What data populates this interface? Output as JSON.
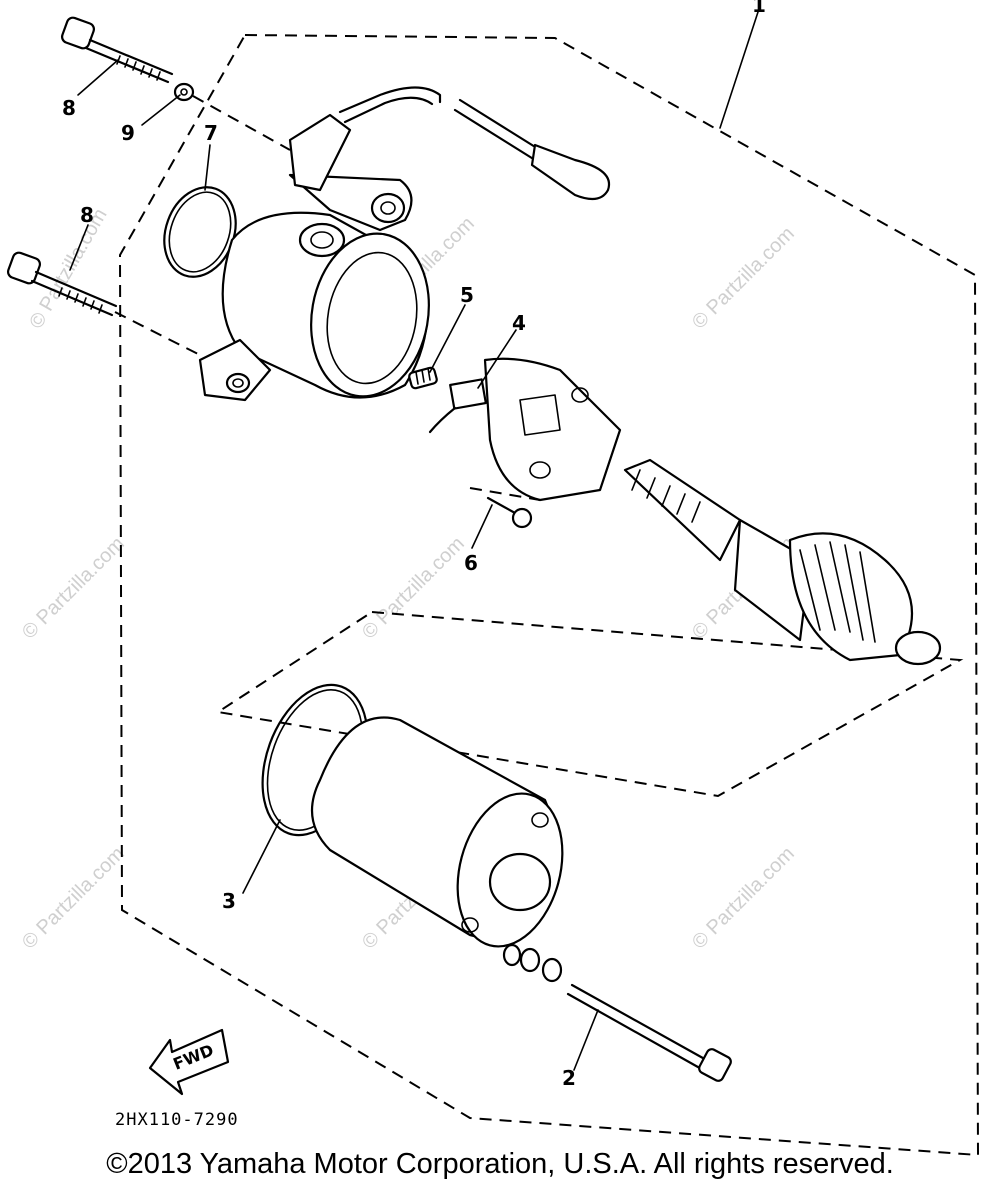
{
  "diagram": {
    "callouts": {
      "c1": "1",
      "c2": "2",
      "c3": "3",
      "c4": "4",
      "c5": "5",
      "c6": "6",
      "c7": "7",
      "c8a": "8",
      "c8b": "8",
      "c9": "9"
    },
    "fwd_label": "FWD",
    "diagram_code": "2HX110-7290",
    "watermark": "© Partzilla.com"
  },
  "footer": {
    "copyright": "©2013 Yamaha Motor Corporation, U.S.A. All rights reserved."
  }
}
